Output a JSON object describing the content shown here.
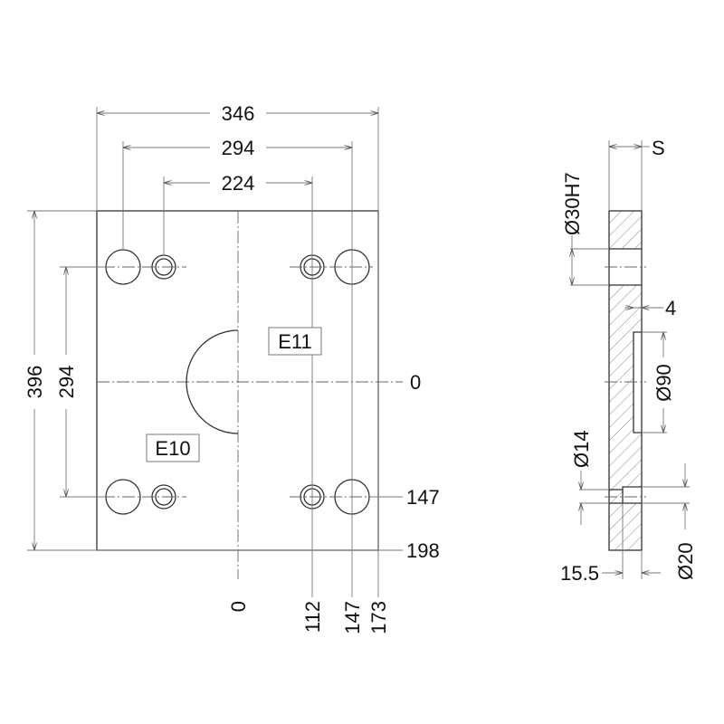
{
  "front_view": {
    "dims_horizontal": [
      "346",
      "294",
      "224"
    ],
    "dims_vertical": [
      "396",
      "294"
    ],
    "labels": [
      "E11",
      "E10"
    ],
    "ordinates_right": [
      "0",
      "147",
      "198"
    ],
    "ordinates_bottom": [
      "0",
      "112",
      "147",
      "173"
    ]
  },
  "side_view": {
    "thickness": "S",
    "bore": "Ø30H7",
    "recess_depth": "4",
    "recess_dia": "Ø90",
    "through_dia": "Ø14",
    "counterbore_dia": "Ø20",
    "counterbore_depth": "15.5"
  }
}
